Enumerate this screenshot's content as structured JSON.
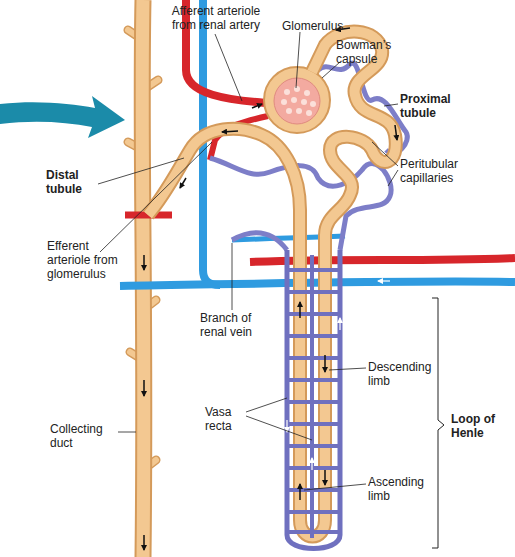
{
  "diagram": {
    "labels": [
      "Afferent arteriole from renal artery",
      "Glomerulus",
      "Bowman’s capsule",
      "Proximal tubule",
      "Peritubular capillaries",
      "Distal tubule",
      "Efferent arteriole from glomerulus",
      "Branch of renal vein",
      "Descending limb",
      "Vasa recta",
      "Collecting duct",
      "Ascending limb",
      "Loop of Henle"
    ]
  }
}
